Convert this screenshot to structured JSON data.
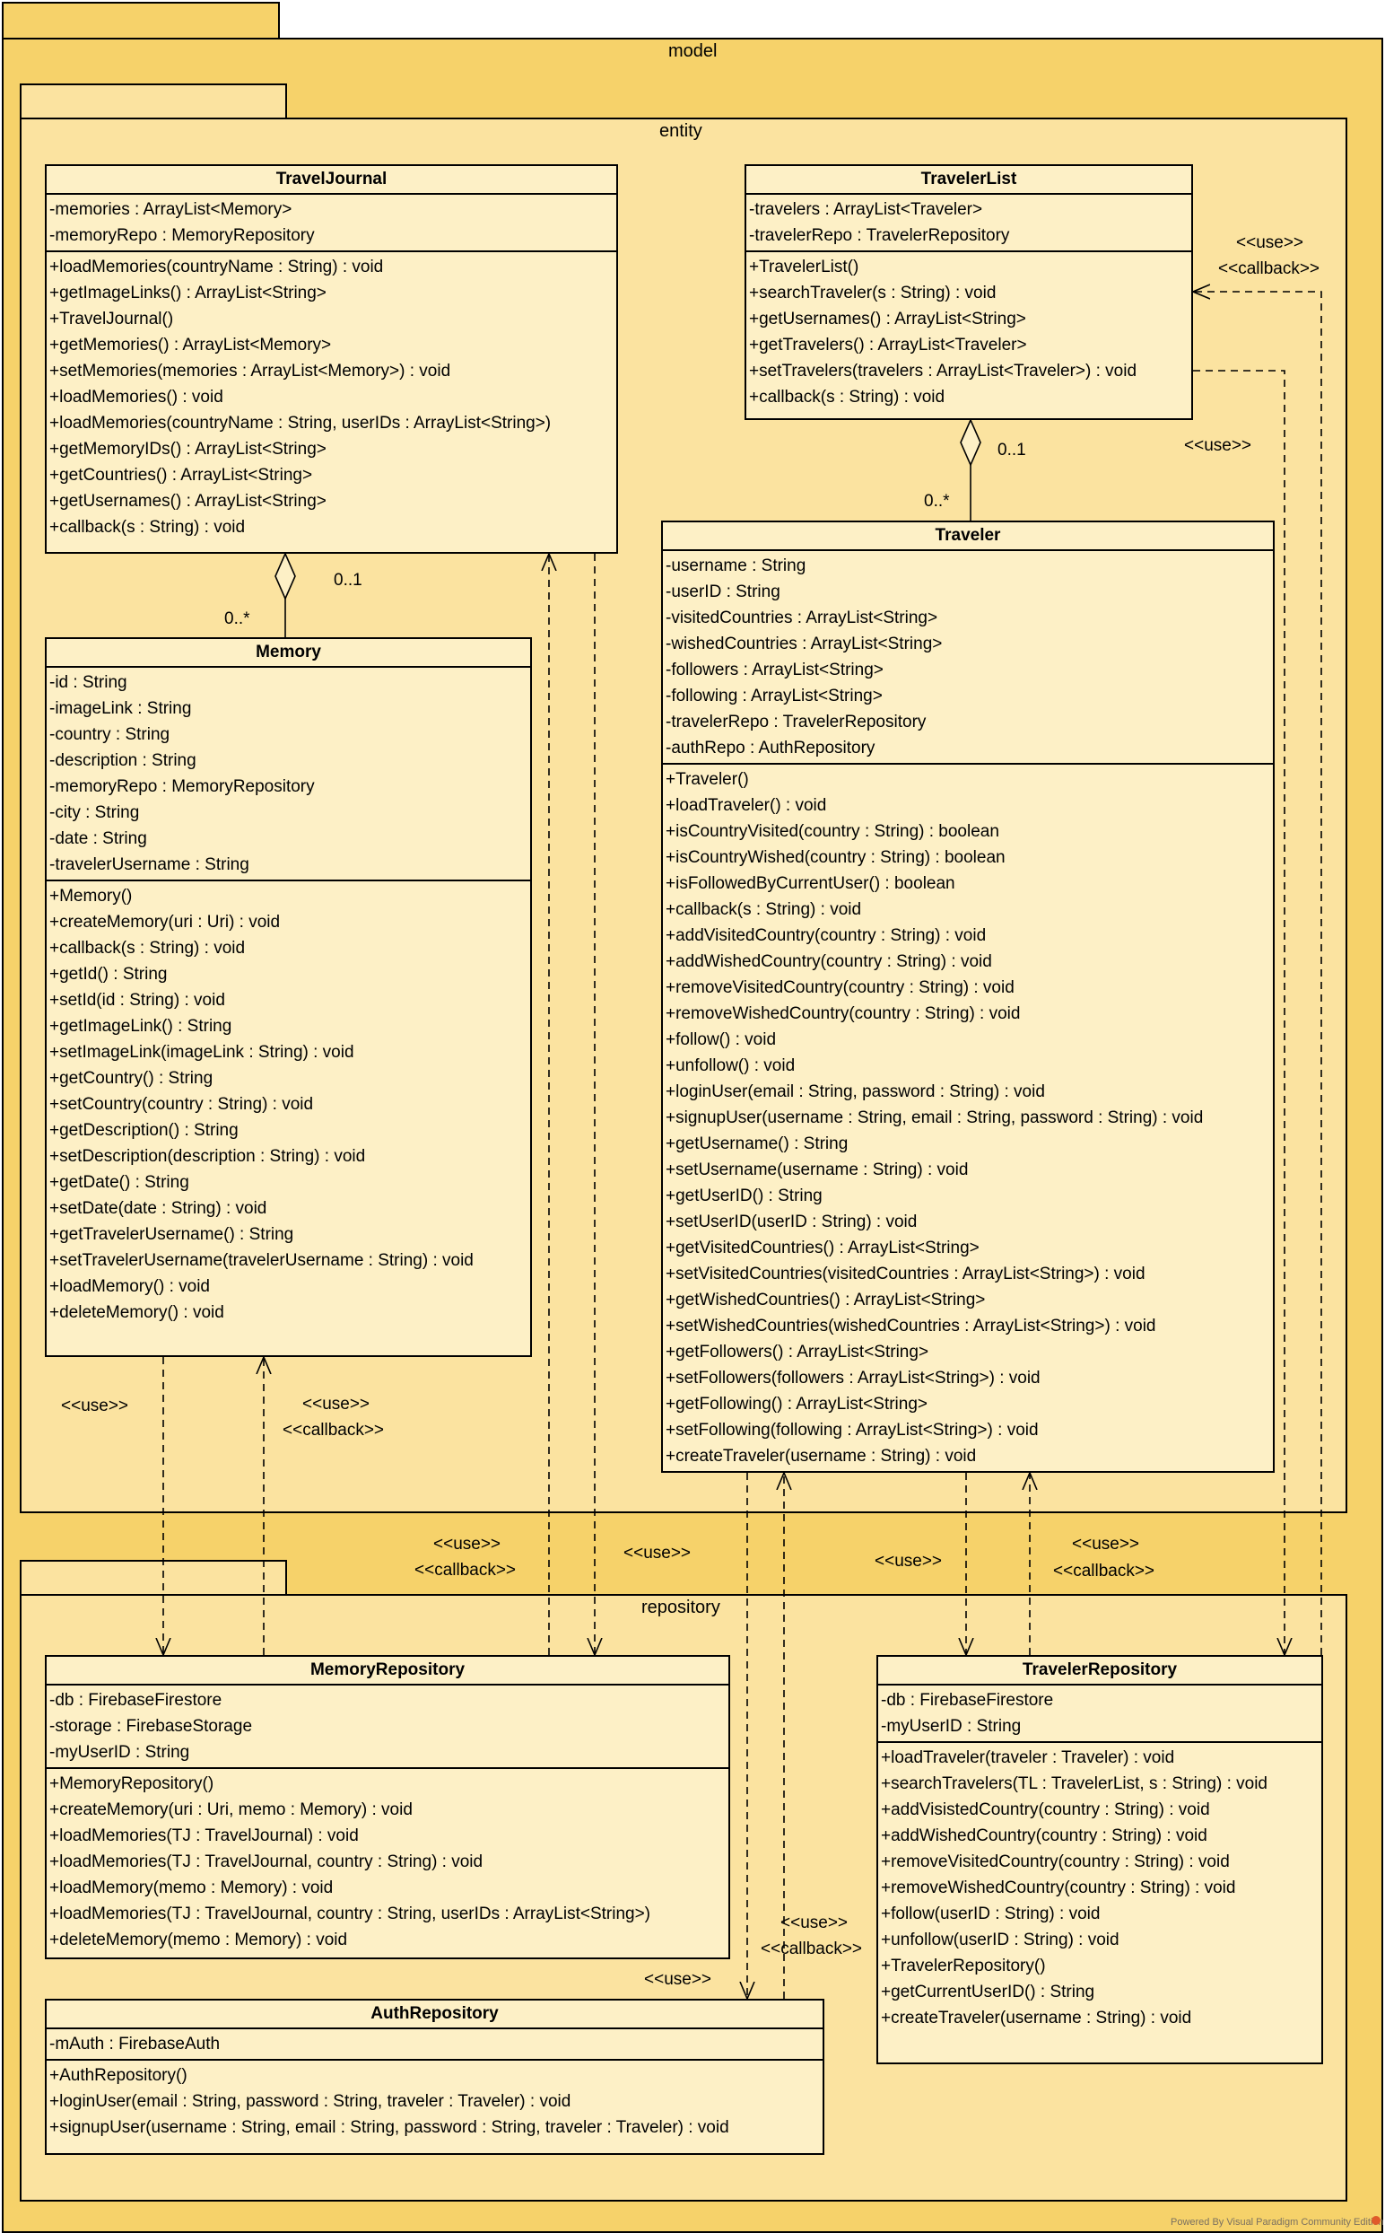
{
  "packages": {
    "model": "model",
    "entity": "entity",
    "repository": "repository"
  },
  "classes": {
    "travel_journal": {
      "name": "TravelJournal",
      "attributes": [
        "-memories : ArrayList<Memory>",
        "-memoryRepo : MemoryRepository"
      ],
      "operations": [
        "+loadMemories(countryName : String) : void",
        "+getImageLinks() : ArrayList<String>",
        "+TravelJournal()",
        "+getMemories() : ArrayList<Memory>",
        "+setMemories(memories : ArrayList<Memory>) : void",
        "+loadMemories() : void",
        "+loadMemories(countryName : String, userIDs : ArrayList<String>)",
        "+getMemoryIDs() : ArrayList<String>",
        "+getCountries() : ArrayList<String>",
        "+getUsernames() : ArrayList<String>",
        "+callback(s : String) : void"
      ]
    },
    "traveler_list": {
      "name": "TravelerList",
      "attributes": [
        "-travelers : ArrayList<Traveler>",
        "-travelerRepo : TravelerRepository"
      ],
      "operations": [
        "+TravelerList()",
        "+searchTraveler(s : String) : void",
        "+getUsernames() : ArrayList<String>",
        "+getTravelers() : ArrayList<Traveler>",
        "+setTravelers(travelers : ArrayList<Traveler>) : void",
        "+callback(s : String) : void"
      ]
    },
    "memory": {
      "name": "Memory",
      "attributes": [
        "-id : String",
        "-imageLink : String",
        "-country : String",
        "-description : String",
        "-memoryRepo : MemoryRepository",
        "-city : String",
        "-date : String",
        "-travelerUsername : String"
      ],
      "operations": [
        "+Memory()",
        "+createMemory(uri : Uri) : void",
        "+callback(s : String) : void",
        "+getId() : String",
        "+setId(id : String) : void",
        "+getImageLink() : String",
        "+setImageLink(imageLink : String) : void",
        "+getCountry() : String",
        "+setCountry(country : String) : void",
        "+getDescription() : String",
        "+setDescription(description : String) : void",
        "+getDate() : String",
        "+setDate(date : String) : void",
        "+getTravelerUsername() : String",
        "+setTravelerUsername(travelerUsername : String) : void",
        "+loadMemory() : void",
        "+deleteMemory() : void"
      ]
    },
    "traveler": {
      "name": "Traveler",
      "attributes": [
        "-username : String",
        "-userID : String",
        "-visitedCountries : ArrayList<String>",
        "-wishedCountries : ArrayList<String>",
        "-followers : ArrayList<String>",
        "-following : ArrayList<String>",
        "-travelerRepo : TravelerRepository",
        "-authRepo : AuthRepository"
      ],
      "operations": [
        "+Traveler()",
        "+loadTraveler() : void",
        "+isCountryVisited(country : String) : boolean",
        "+isCountryWished(country : String) : boolean",
        "+isFollowedByCurrentUser() : boolean",
        "+callback(s : String) : void",
        "+addVisitedCountry(country : String) : void",
        "+addWishedCountry(country : String) : void",
        "+removeVisitedCountry(country : String) : void",
        "+removeWishedCountry(country : String) : void",
        "+follow() : void",
        "+unfollow() : void",
        "+loginUser(email : String, password : String) : void",
        "+signupUser(username : String, email : String, password : String) : void",
        "+getUsername() : String",
        "+setUsername(username : String) : void",
        "+getUserID() : String",
        "+setUserID(userID : String) : void",
        "+getVisitedCountries() : ArrayList<String>",
        "+setVisitedCountries(visitedCountries : ArrayList<String>) : void",
        "+getWishedCountries() : ArrayList<String>",
        "+setWishedCountries(wishedCountries : ArrayList<String>) : void",
        "+getFollowers() : ArrayList<String>",
        "+setFollowers(followers : ArrayList<String>) : void",
        "+getFollowing() : ArrayList<String>",
        "+setFollowing(following : ArrayList<String>) : void",
        "+createTraveler(username : String) : void"
      ]
    },
    "memory_repository": {
      "name": "MemoryRepository",
      "attributes": [
        "-db : FirebaseFirestore",
        "-storage : FirebaseStorage",
        "-myUserID : String"
      ],
      "operations": [
        "+MemoryRepository()",
        "+createMemory(uri : Uri, memo : Memory) : void",
        "+loadMemories(TJ : TravelJournal) : void",
        "+loadMemories(TJ : TravelJournal, country : String) : void",
        "+loadMemory(memo : Memory) : void",
        "+loadMemories(TJ : TravelJournal, country : String, userIDs : ArrayList<String>)",
        "+deleteMemory(memo : Memory) : void"
      ]
    },
    "traveler_repository": {
      "name": "TravelerRepository",
      "attributes": [
        "-db : FirebaseFirestore",
        "-myUserID : String"
      ],
      "operations": [
        "+loadTraveler(traveler : Traveler) : void",
        "+searchTravelers(TL : TravelerList, s : String) : void",
        "+addVisistedCountry(country : String) : void",
        "+addWishedCountry(country : String) : void",
        "+removeVisitedCountry(country : String) : void",
        "+removeWishedCountry(country : String) : void",
        "+follow(userID : String) : void",
        "+unfollow(userID : String) : void",
        "+TravelerRepository()",
        "+getCurrentUserID() : String",
        "+createTraveler(username : String) : void"
      ]
    },
    "auth_repository": {
      "name": "AuthRepository",
      "attributes": [
        "-mAuth : FirebaseAuth"
      ],
      "operations": [
        "+AuthRepository()",
        "+loginUser(email : String, password : String, traveler : Traveler) : void",
        "+signupUser(username : String, email : String, password : String, traveler : Traveler) : void"
      ]
    }
  },
  "multiplicities": {
    "tj_one": "0..1",
    "tj_many": "0..*",
    "tl_one": "0..1",
    "tl_many": "0..*"
  },
  "stereotypes": {
    "use": "<<use>>",
    "callback": "<<callback>>"
  },
  "footer": "Powered By Visual Paradigm Community Edition"
}
